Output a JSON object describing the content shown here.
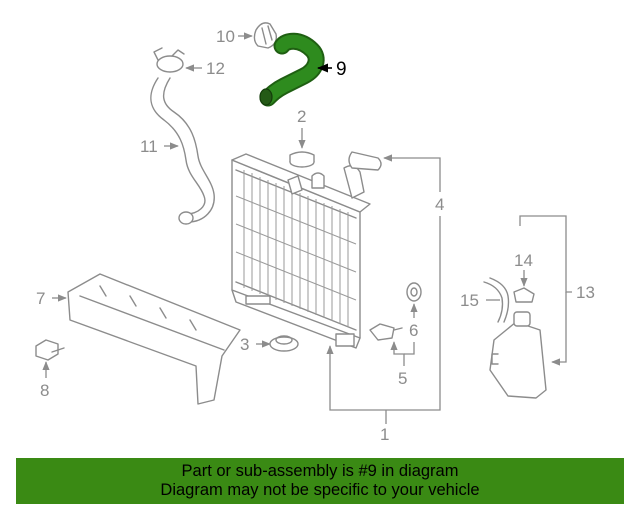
{
  "diagram": {
    "highlighted_part": "9",
    "callouts": {
      "p1": "1",
      "p2": "2",
      "p3": "3",
      "p4": "4",
      "p5": "5",
      "p6": "6",
      "p7": "7",
      "p8": "8",
      "p9": "9",
      "p10": "10",
      "p11": "11",
      "p12": "12",
      "p13": "13",
      "p14": "14",
      "p15": "15"
    },
    "colors": {
      "highlight": "#2e8b1e",
      "linework": "#8c8c8c",
      "banner": "#3a8a14"
    }
  },
  "banner": {
    "line1": "Part or sub-assembly is #9 in diagram",
    "line2": "Diagram may not be specific to your vehicle"
  }
}
